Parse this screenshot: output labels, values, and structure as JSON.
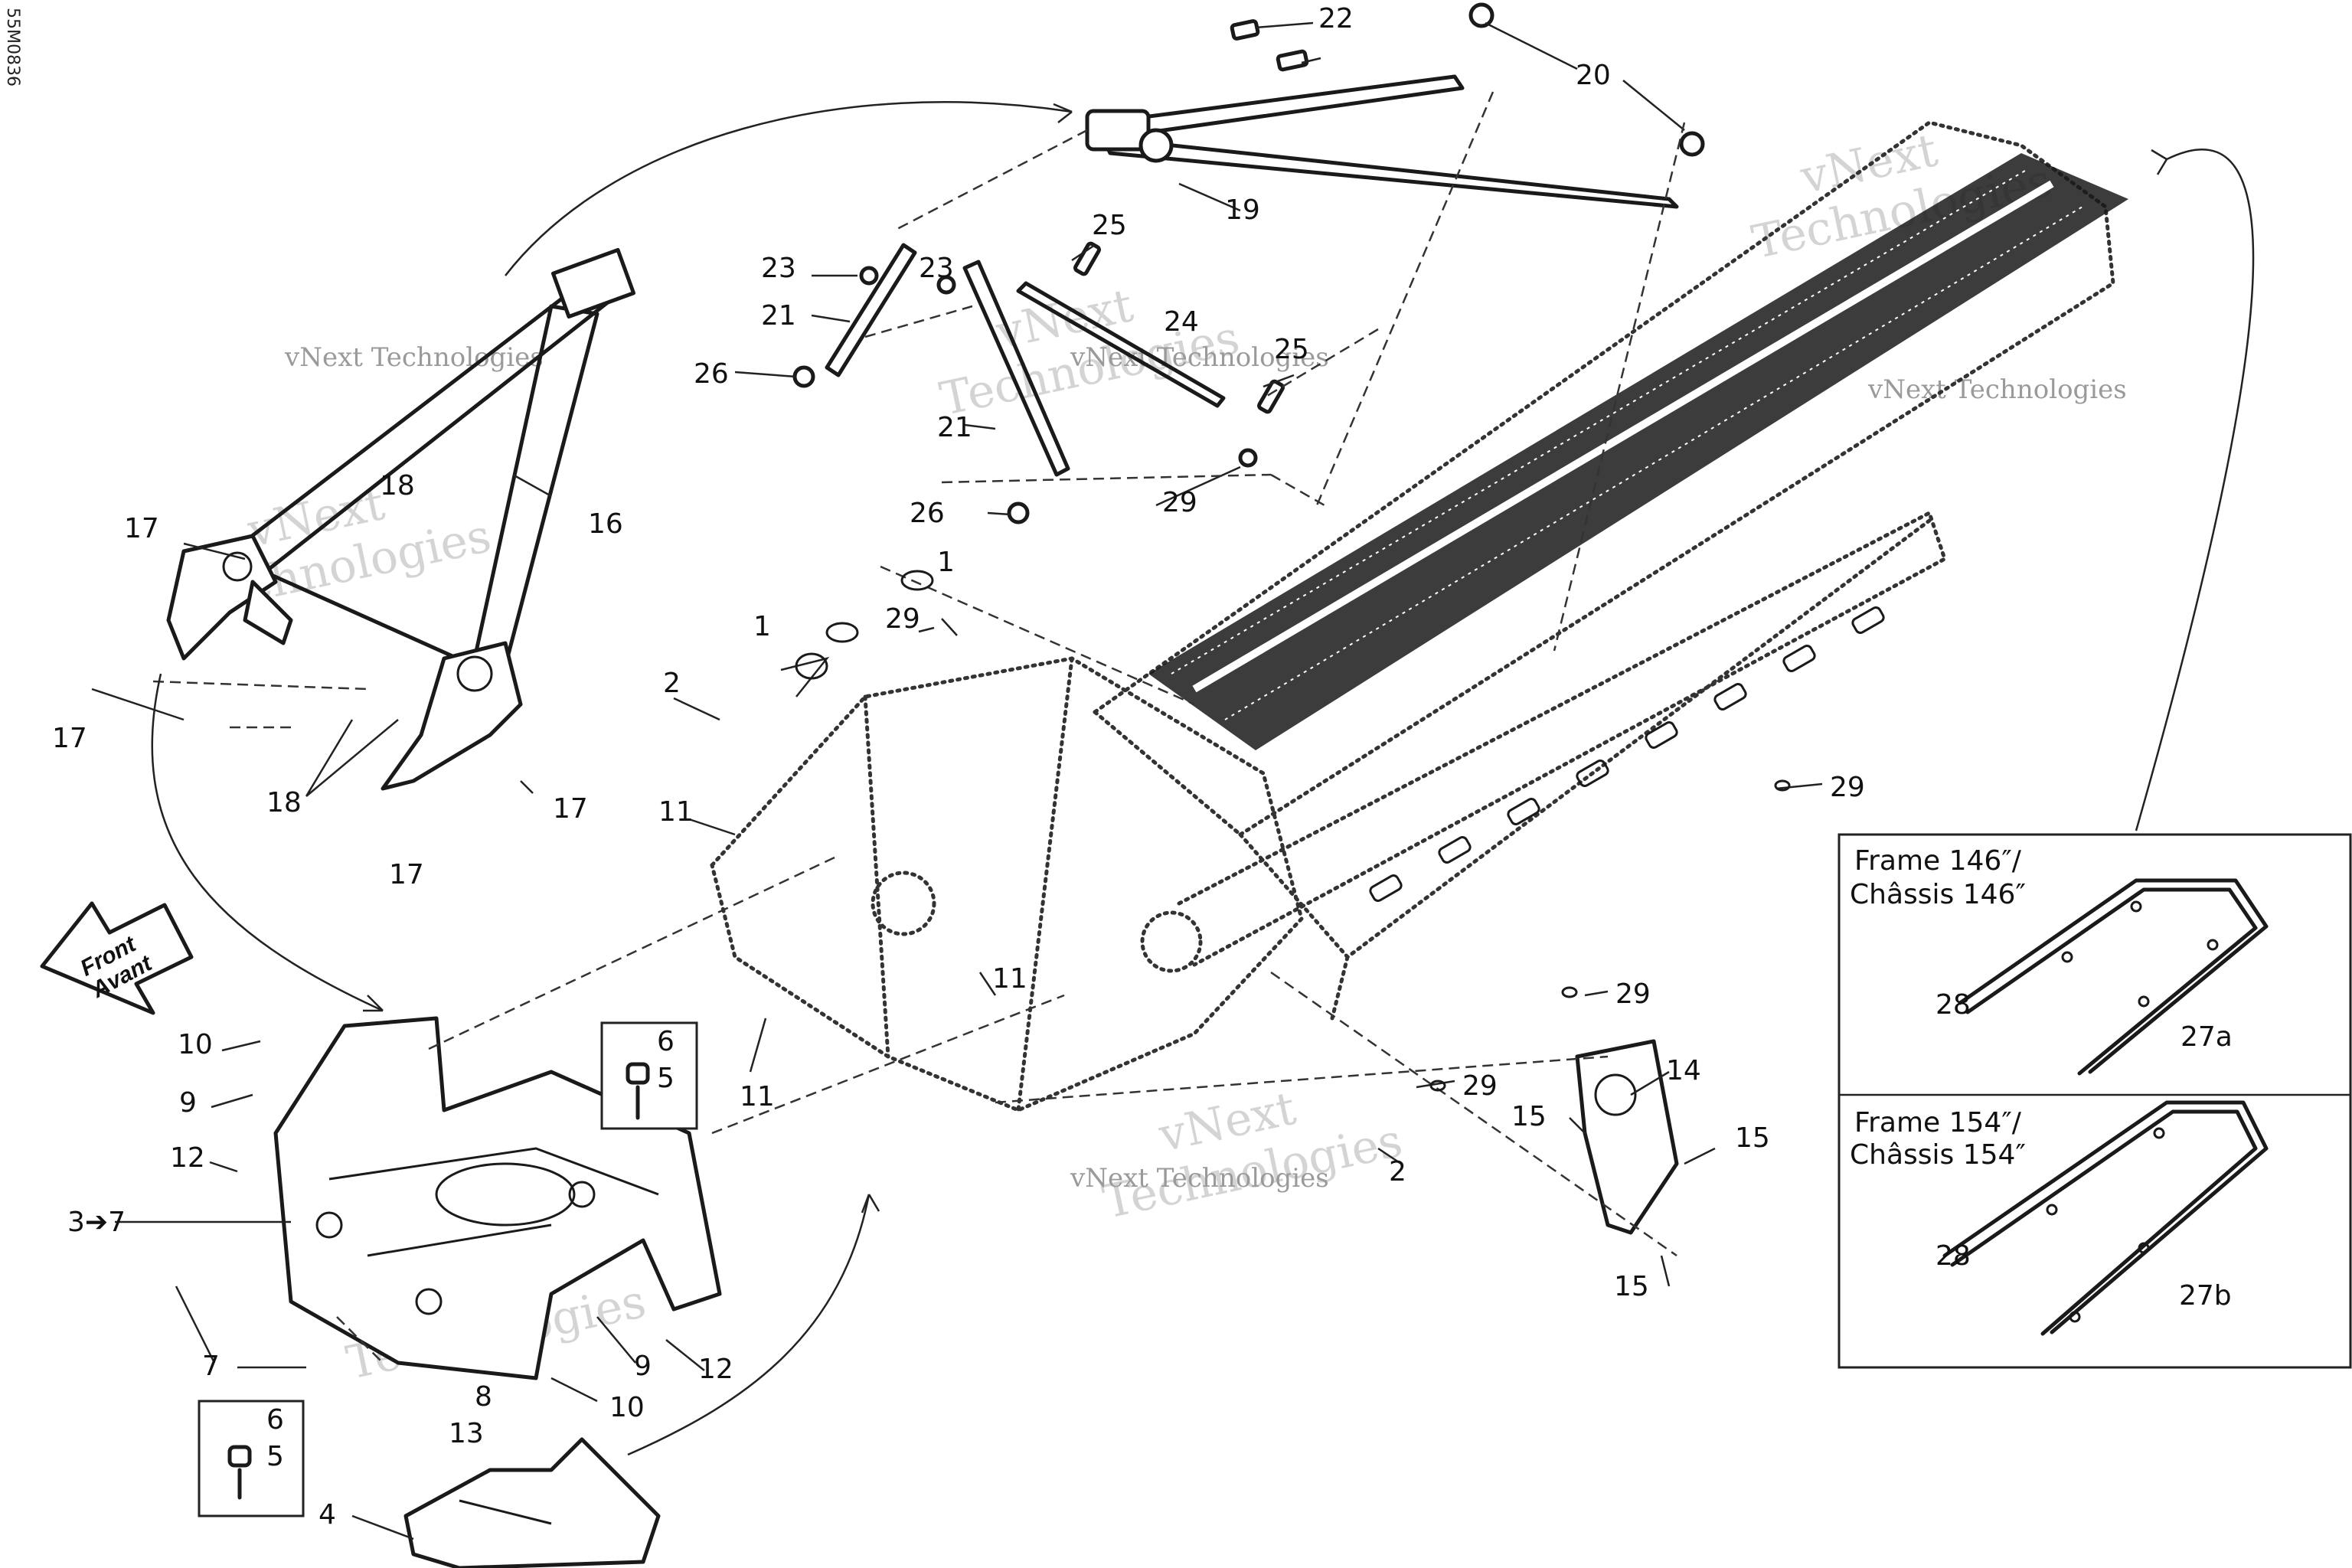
{
  "document": {
    "code": "55M0836"
  },
  "watermark": {
    "line1": "vNext",
    "line2": "Technologies",
    "small": "vNext Technologies"
  },
  "front_marker": {
    "line1": "Front",
    "line2": "Avant"
  },
  "insets": [
    {
      "line1": "Frame 146″/",
      "line2": "Châssis 146″",
      "part": "27a",
      "fastener": "28"
    },
    {
      "line1": "Frame 154″/",
      "line2": "Châssis 154″",
      "part": "27b",
      "fastener": "28"
    }
  ],
  "callouts": {
    "c22": "22",
    "c20": "20",
    "c19": "19",
    "c25a": "25",
    "c23a": "23",
    "c23b": "23",
    "c21a": "21",
    "c24": "24",
    "c25b": "25",
    "c26a": "26",
    "c21b": "21",
    "c29a": "29",
    "c26b": "26",
    "c1a": "1",
    "c1b": "1",
    "c29b": "29",
    "c2a": "2",
    "c18a": "18",
    "c17a": "17",
    "c16": "16",
    "c17b": "17",
    "c18b": "18",
    "c17c": "17",
    "c17d": "17",
    "c11a": "11",
    "c11b": "11",
    "c11c": "11",
    "c29c": "29",
    "c29d": "29",
    "c29e": "29",
    "c14": "14",
    "c15a": "15",
    "c15b": "15",
    "c15c": "15",
    "c2b": "2",
    "c10a": "10",
    "c9a": "9",
    "c12a": "12",
    "c37": "3➔7",
    "c6a": "6",
    "c5a": "5",
    "c7": "7",
    "c9b": "9",
    "c12b": "12",
    "c10b": "10",
    "c6b": "6",
    "c5b": "5",
    "c8": "8",
    "c13": "13",
    "c4": "4"
  }
}
